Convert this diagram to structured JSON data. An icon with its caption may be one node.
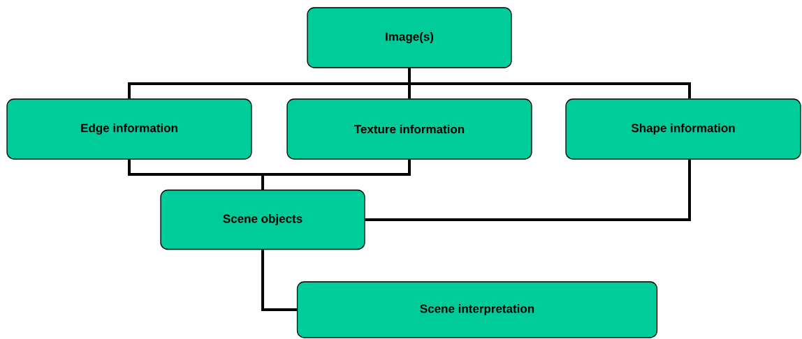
{
  "diagram": {
    "nodes": [
      {
        "text": [
          "Image(s)"
        ]
      },
      {
        "text": [
          "Edge information"
        ]
      },
      {
        "text": [
          "Texture information"
        ]
      },
      {
        "text": [
          "Shape information"
        ]
      },
      {
        "text": [
          "Scene objects"
        ]
      },
      {
        "text": [
          "Scene interpretation"
        ]
      }
    ],
    "edges": [
      {
        "from": 0,
        "to": 1,
        "arrow": "none"
      },
      {
        "from": 0,
        "to": 2,
        "arrow": "none"
      },
      {
        "from": 0,
        "to": 3,
        "arrow": "none"
      },
      {
        "from": 1,
        "to": 4,
        "arrow": "none"
      },
      {
        "from": 2,
        "to": 4,
        "arrow": "none"
      },
      {
        "from": 3,
        "to": 4,
        "arrow": "none"
      },
      {
        "from": 4,
        "to": 5,
        "arrow": "none"
      }
    ]
  }
}
